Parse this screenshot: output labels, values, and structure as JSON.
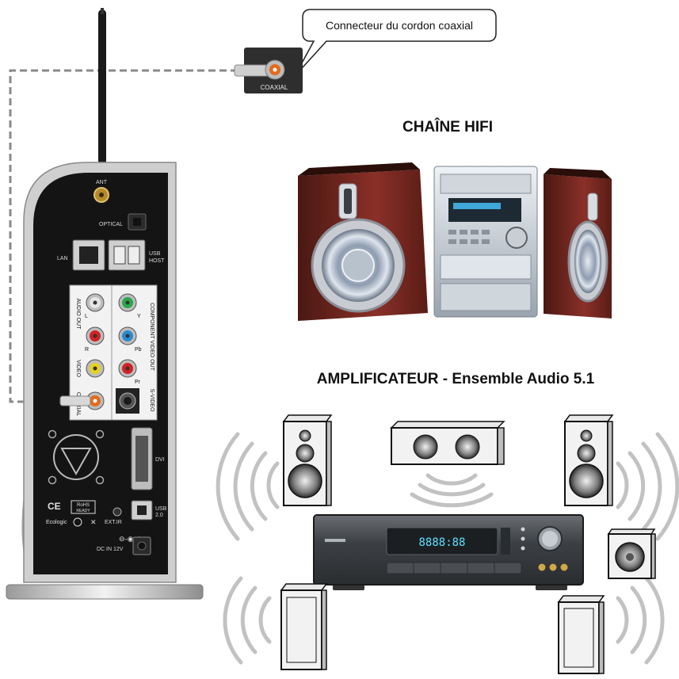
{
  "callout": {
    "text": "Connecteur du cordon coaxial"
  },
  "coax_plug": {
    "label": "COAXIAL"
  },
  "sections": {
    "hifi_title": "CHAÎNE HIFI",
    "amp_title": "AMPLIFICATEUR - Ensemble Audio 5.1"
  },
  "player_panel": {
    "ant": "ANT",
    "optical": "OPTICAL",
    "lan": "LAN",
    "usb_host_1": "USB",
    "usb_host_2": "HOST",
    "audio_out": "AUDIO OUT",
    "component_video_out": "COMPONENT VIDEO OUT",
    "video": "VIDEO",
    "coaxial": "COAXIAL",
    "s_video": "S-VIDEO",
    "dvi": "DVI",
    "usb_20_1": "USB",
    "usb_20_2": "2.0",
    "ext_ir": "EXT.IR",
    "dc_in": "DC IN 12V",
    "ce": "CE",
    "rohs_1": "RoHS",
    "rohs_2": "READY",
    "ecologic": "Ecologic",
    "ch_l": "L",
    "ch_r": "R",
    "ch_y": "Y",
    "ch_pb": "Pb",
    "ch_pr": "Pr"
  },
  "amp_display": "8888:88",
  "colors": {
    "cable": "#8a8a8a",
    "panel": "#141414",
    "jack_white": "#e6e6e6",
    "jack_red": "#d32222",
    "jack_green": "#2aa84a",
    "jack_blue": "#2a8ad0",
    "jack_yellow": "#e6d21e",
    "jack_coax": "#e46a1a",
    "speaker_wood": "#7a2a22",
    "amp_display": "#5fe0ff"
  }
}
